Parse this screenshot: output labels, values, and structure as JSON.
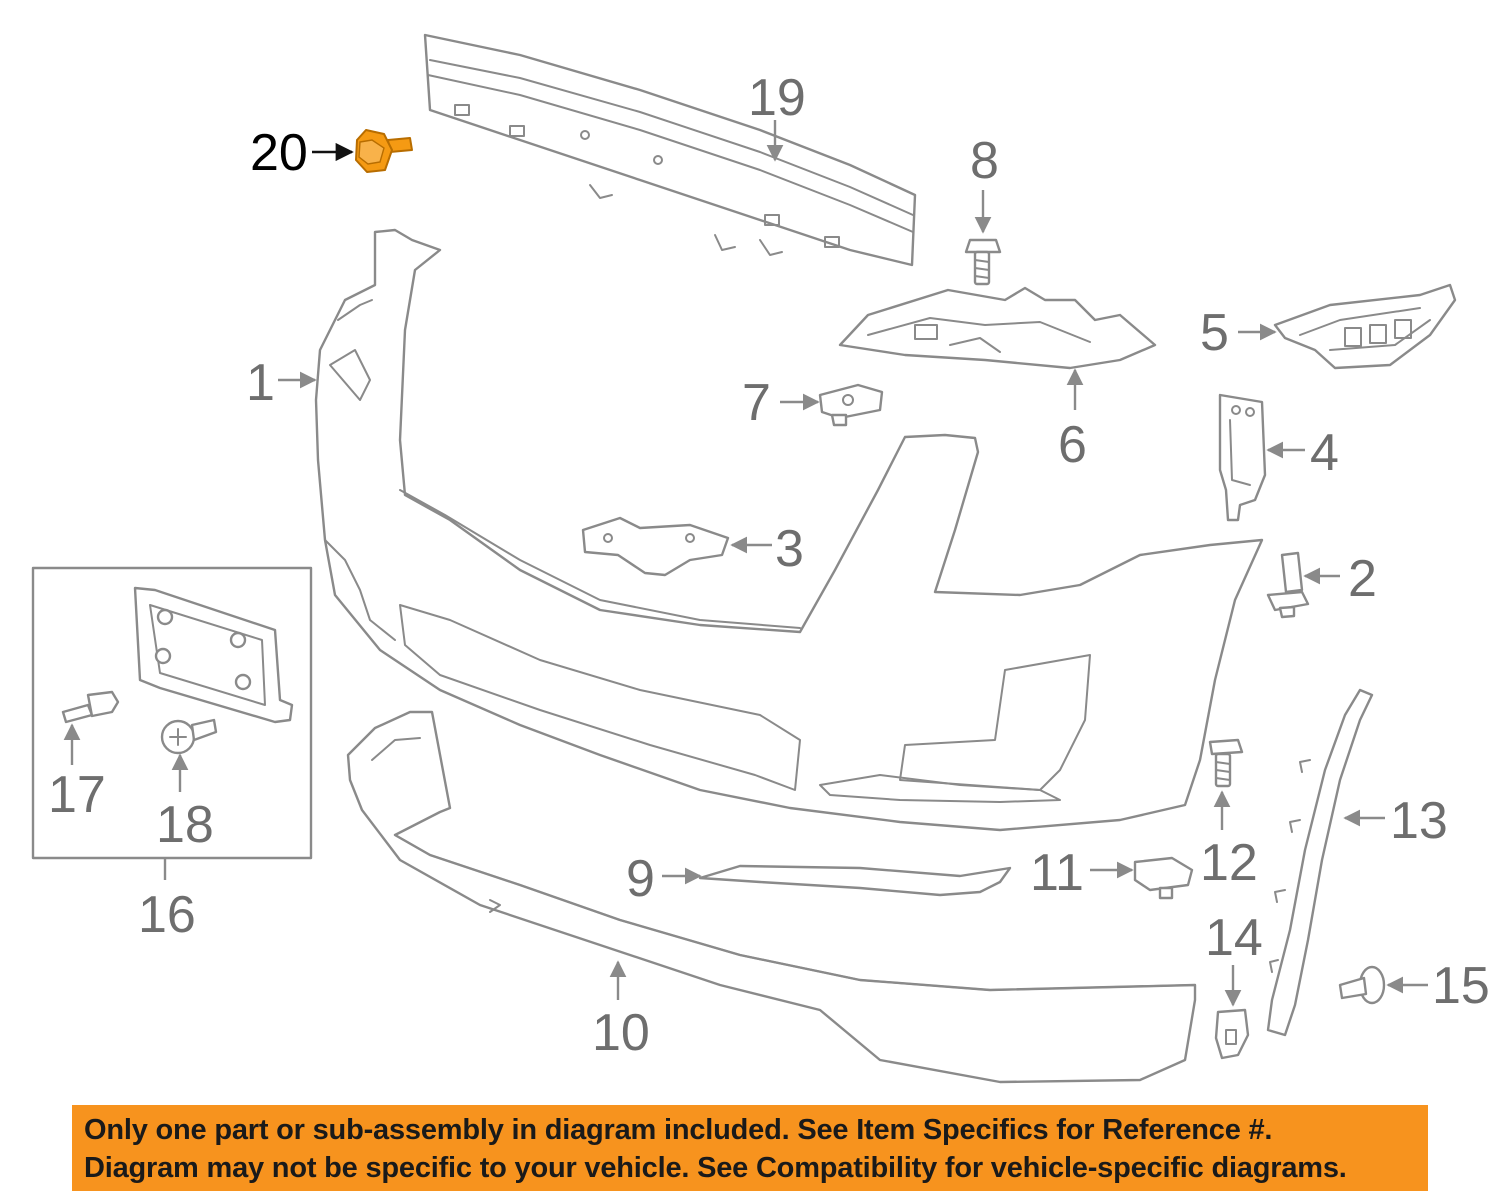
{
  "diagram": {
    "parts": [
      {
        "ref": "1"
      },
      {
        "ref": "2"
      },
      {
        "ref": "3"
      },
      {
        "ref": "4"
      },
      {
        "ref": "5"
      },
      {
        "ref": "6"
      },
      {
        "ref": "7"
      },
      {
        "ref": "8"
      },
      {
        "ref": "9"
      },
      {
        "ref": "10"
      },
      {
        "ref": "11"
      },
      {
        "ref": "12"
      },
      {
        "ref": "13"
      },
      {
        "ref": "14"
      },
      {
        "ref": "15"
      },
      {
        "ref": "16"
      },
      {
        "ref": "17"
      },
      {
        "ref": "18"
      },
      {
        "ref": "19"
      },
      {
        "ref": "20"
      }
    ],
    "highlighted_part": "20",
    "colors": {
      "line": "#8a8a8a",
      "highlight": "#f59a13",
      "banner": "#f7931e"
    }
  },
  "notice": {
    "line1": "Only one part or sub-assembly in diagram included. See Item Specifics for Reference #.",
    "line2": "Diagram may not be specific to your vehicle. See Compatibility for vehicle-specific diagrams."
  }
}
